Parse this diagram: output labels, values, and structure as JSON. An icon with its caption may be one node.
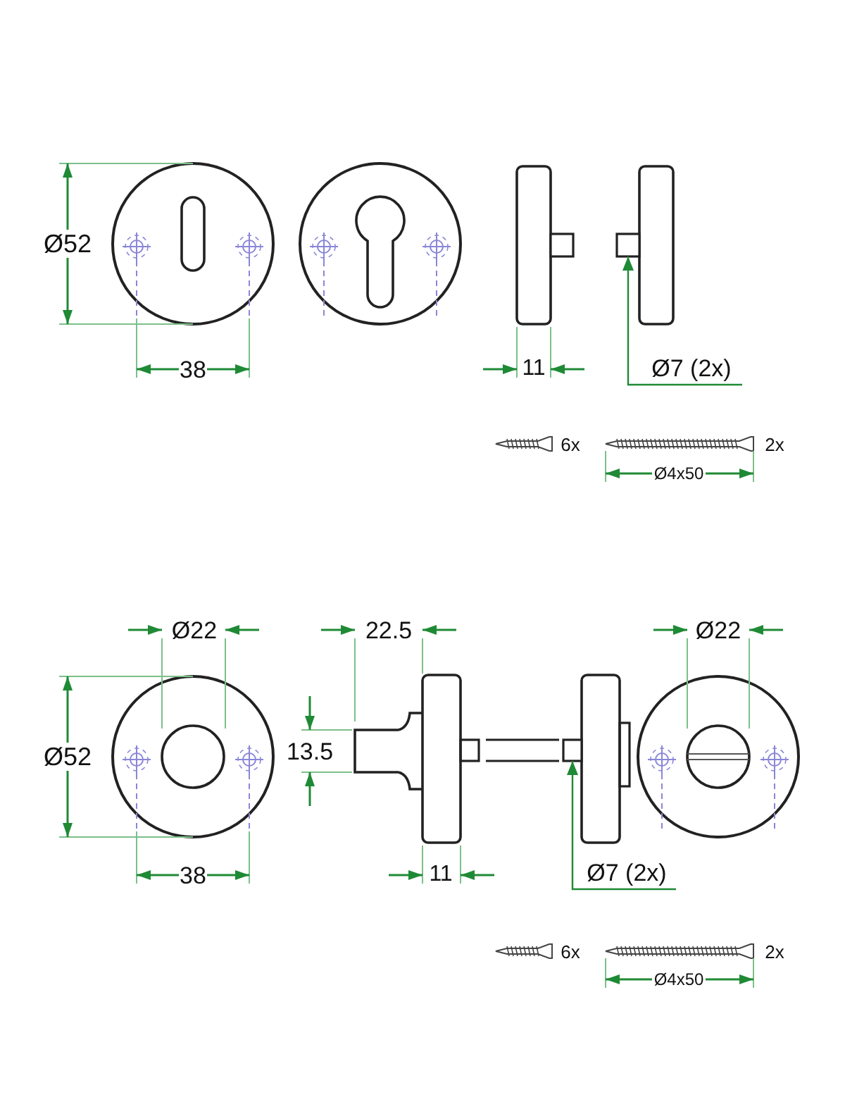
{
  "diagram": {
    "nodes": [
      {
        "text": [
          "Ø7 (2x)"
        ]
      },
      {
        "text": [],
        "shape": "box"
      },
      {
        "text": [
          "Ø7 (2x)"
        ]
      },
      {
        "text": [],
        "shape": "box"
      }
    ],
    "edges": [
      {
        "from": 0,
        "to": 1,
        "arrow": "to"
      },
      {
        "from": 2,
        "to": 3,
        "arrow": "to"
      }
    ],
    "labels": [
      "Ø52",
      "38",
      "11",
      "6x",
      "2x",
      "Ø4x50",
      "Ø22",
      "22.5",
      "Ø22",
      "Ø52",
      "13.5",
      "38",
      "11",
      "6x",
      "2x",
      "Ø4x50"
    ]
  }
}
